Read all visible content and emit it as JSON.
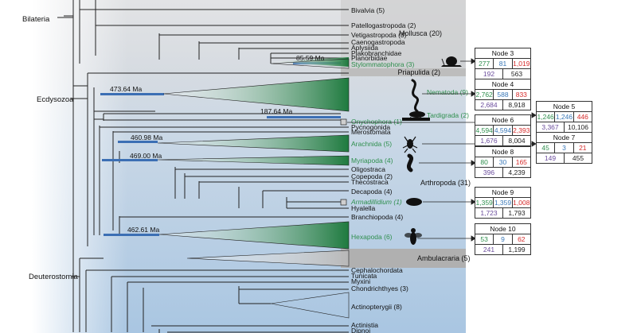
{
  "clades": {
    "bilateria": "Bilateria",
    "ecdysozoa": "Ecdysozoa",
    "deuterostomia": "Deuterostomia"
  },
  "groups": {
    "mollusca": "Mollusca (20)",
    "arthropoda": "Arthropoda (31)",
    "priapulida": "Priapulida (2)",
    "ambulacraria": "Ambulacraria (5)"
  },
  "ages": {
    "stylommatophora": "85.59 Ma",
    "nematoda": "473.64 Ma",
    "onychophora": "187.64 Ma",
    "arachnida": "460.98 Ma",
    "myriapoda": "469.00 Ma",
    "hexapoda": "462.61 Ma"
  },
  "taxa": {
    "bivalvia": "Bivalvia (5)",
    "patellogastropoda": "Patellogastropoda (2)",
    "vetigastropoda": "Vetigastropoda (3)",
    "caenogastropoda": "Caenogastropoda",
    "aplysiida": "Aplysiida",
    "plakobranchidae": "Plakobranchidae",
    "planorbidae": "Planorbidae",
    "stylommatophora": "Stylommatophora (3)",
    "priapulida": "Priapulida (2)",
    "nematoda": "Nematoda (9)",
    "tardigrada": "Tardigrada (2)",
    "onychophora": "Onychophora (1)",
    "pycnogonida": "Pycnogonida",
    "merostomata": "Merostomata",
    "arachnida": "Arachnida (5)",
    "myriapoda": "Myriapoda (4)",
    "oligostraca": "Oligostraca",
    "copepoda": "Copepoda (2)",
    "thecostraca": "Thecostraca",
    "decapoda": "Decapoda (4)",
    "armadillidium": "Armadillidium (1)",
    "hyalella": "Hyalella",
    "branchiopoda": "Branchiopoda (4)",
    "hexapoda": "Hexapoda (6)",
    "cephalochordata": "Cephalochordata",
    "tunicata": "Tunicata",
    "myxini": "Myxini",
    "chondrichthyes": "Chondrichthyes (3)",
    "actinopterygii": "Actinopterygii (8)",
    "actinistia": "Actinistia",
    "dipnoi": "Dipnoi"
  },
  "nodes": [
    {
      "title": "Node 3",
      "a": "277",
      "b": "81",
      "c": "1,019",
      "d": "192",
      "e": "563"
    },
    {
      "title": "Node 4",
      "a": "2,762",
      "b": "588",
      "c": "833",
      "d": "2,684",
      "e": "8,918"
    },
    {
      "title": "Node 5",
      "a": "1,246",
      "b": "1,246",
      "c": "446",
      "d": "3,367",
      "e": "10,106"
    },
    {
      "title": "Node 6",
      "a": "4,594",
      "b": "4,594",
      "c": "2,393",
      "d": "1,676",
      "e": "8,004"
    },
    {
      "title": "Node 7",
      "a": "45",
      "b": "3",
      "c": "21",
      "d": "149",
      "e": "455"
    },
    {
      "title": "Node 8",
      "a": "80",
      "b": "30",
      "c": "165",
      "d": "396",
      "e": "4,239"
    },
    {
      "title": "Node 9",
      "a": "1,359",
      "b": "1,359",
      "c": "1,008",
      "d": "1,723",
      "e": "1,793"
    },
    {
      "title": "Node 10",
      "a": "53",
      "b": "9",
      "c": "62",
      "d": "241",
      "e": "1,199"
    }
  ],
  "colors": {
    "green": "#2f8f4e",
    "blue": "#3a78b8",
    "red": "#d62b2b",
    "purple": "#6a4c9c",
    "darkgreen": "#1f7a3c"
  }
}
